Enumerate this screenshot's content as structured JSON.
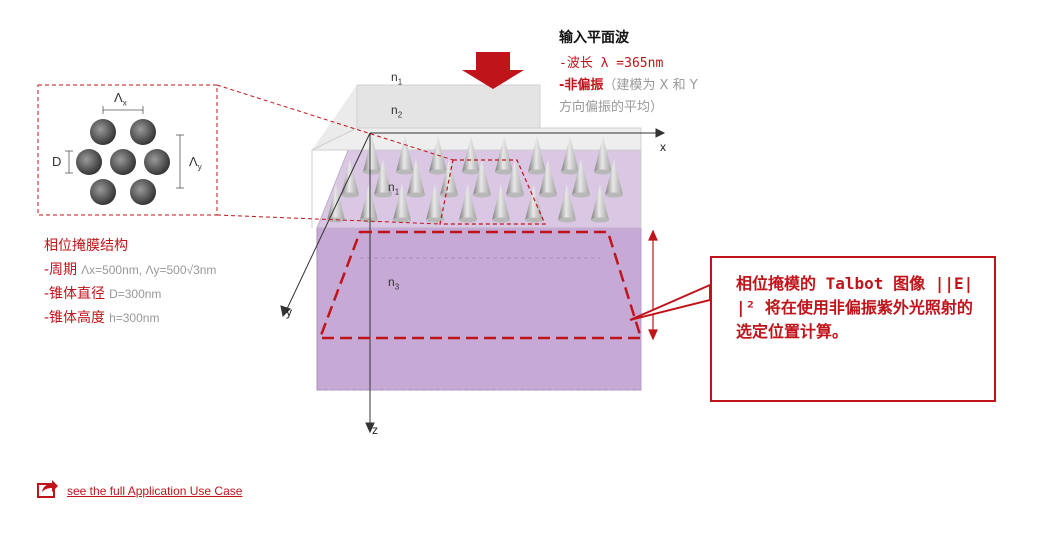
{
  "wave": {
    "title": "输入平面波",
    "line1": "-波长 λ =365nm",
    "line2_red": "-非偏振",
    "line2_gray": "（建模为 X 和 Y",
    "line3": "方向偏振的平均）"
  },
  "layers": {
    "n1_top": "n",
    "n1_top_sub": "1",
    "n2": "n",
    "n2_sub": "2",
    "n1_mid": "n",
    "n1_mid_sub": "1",
    "n3": "n",
    "n3_sub": "3"
  },
  "axes": {
    "x": "x",
    "y": "y",
    "z": "z"
  },
  "inset": {
    "lambda_x": "Λ",
    "lambda_x_sub": "x",
    "lambda_y": "Λ",
    "lambda_y_sub": "y",
    "d": "D"
  },
  "mask": {
    "title": "相位掩膜结构",
    "rows": [
      {
        "label": "-周期",
        "value": "Λx=500nm, Λy=500√3nm"
      },
      {
        "label": "-锥体直径",
        "value": "D=300nm"
      },
      {
        "label": "-锥体高度",
        "value": "h=300nm"
      }
    ]
  },
  "callout": {
    "text": "相位掩模的 Talbot 图像 ||E||² 将在使用非偏振紫外光照射的选定位置计算。"
  },
  "link": {
    "text": "see the full Application Use Case",
    "icon": "share-arrow-icon"
  },
  "colors": {
    "accent": "#c0141b",
    "purple": "#b592c8",
    "gray_text": "#999999"
  }
}
